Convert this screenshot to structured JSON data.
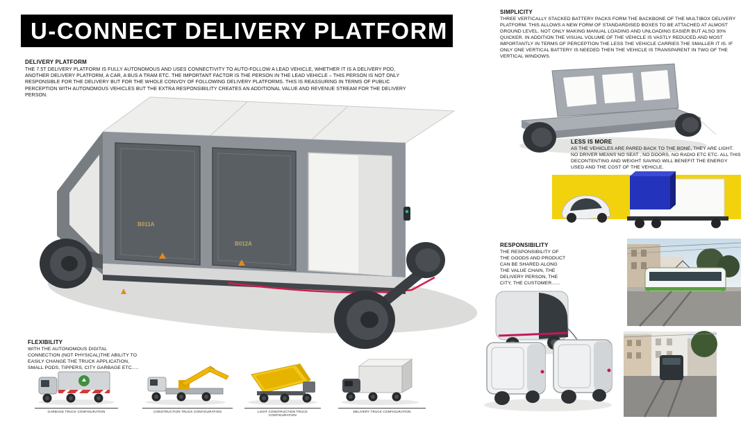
{
  "title": "U-CONNECT DELIVERY PLATFORM",
  "sections": {
    "delivery_platform": {
      "heading": "DELIVERY PLATFORM",
      "body": "THE 7.5T DELIVERY PLATFORM IS FULLY AUTONOMOUS AND USES CONNECTIVITY TO AUTO-FOLLOW A LEAD VEHICLE, WHETHER IT IS A DELIVERY POD, ANOTHER DELIVERY PLATFORM, A CAR, A BUS A TRAM ETC.  THE IMPORTANT FACTOR IS THE PERSON IN THE LEAD VEHICLE – THIS PERSON IS NOT ONLY RESPONSIBLE FOR THE DELIVERY BUT FOR THE WHOLE CONVOY OF FOLLOWING DELIVERY PLATFORMS.  THIS IS REASSURING IN TERMS OF PUBLIC PERCEPTION WITH AUTONOMOUS VEHICLES BUT THE EXTRA RESPONSIBILITY CREATES AN ADDITIONAL VALUE AND REVENUE STREAM FOR THE DELIVERY PERSON."
    },
    "simplicity": {
      "heading": "SIMPLICITY",
      "body": "THREE VERTICALLY STACKED BATTERY PACKS FORM THE BACKBONE OF THE MULTIBOX DELIVERY PLATFORM. THIS ALLOWS A NEW FORM OF STANDARDISED BOXES TO BE ATTACHED AT ALMOST GROUND LEVEL.  NOT ONLY MAKING MANUAL LOADING AND UNLOADING EASIER BUT ALSO 30% QUICKER. IN ADDITION THE VISUAL VOLUME OF THE VEHICLE IS VASTLY REDUCED AND MOST IMPORTANTLY IN TERMS OF PERCEPTION THE LESS THE VEHICLE CARRIES THE SMALLER IT IS.  IF ONLY ONE VERTICAL BATTERY IS NEEDED THEN THE VEHICLE IS TRANSPARENT IN TWO OF THE VERTICAL WINDOWS."
    },
    "less_is_more": {
      "heading": "LESS IS MORE",
      "body": "AS THE VEHICLES ARE PARED BACK TO THE BONE, THEY ARE LIGHT.  NO DRIVER MEANS NO SEAT , NO DOORS, NO RADIO ETC ETC.  ALL THIS DECONTENTING AND WEIGHT SAVING WILL BENEFIT THE ENERGY USED AND THE COST OF THE VEHICLE."
    },
    "responsibility": {
      "heading": "RESPONSIBILITY",
      "body": "THE RESPONSIBILITY OF THE GOODS AND PRODUCT CAN BE SHARED ALONG THE VALUE CHAIN, THE DELIVERY PERSON, THE CITY, THE CUSTOMER......"
    },
    "flexibility": {
      "heading": "FLEXIBILITY",
      "body": "WITH THE AUTONOMOUS DIGITAL CONNECTION (NOT PHYSICAL)THE ABILITY TO EASILY CHANGE THE TRUCK APPLICATION, SMALL PODS, TIPPERS, CITY GARBAGE ETC....."
    }
  },
  "main_vehicle": {
    "panel_label_1": "B011A",
    "panel_label_2": "B012A"
  },
  "configurations": [
    {
      "caption": "GARBAGE TRUCK CONFIGURATION"
    },
    {
      "caption": "CONSTRUCTION TRUCK CONFIGURATION"
    },
    {
      "caption": "LIGHT CONSTRUCTION TRUCK CONFIGURATION"
    },
    {
      "caption": "DELIVERY TRUCK CONFIGURATION"
    }
  ],
  "colors": {
    "banner": "#000000",
    "accent_yellow": "#f2d20c",
    "accent_blue": "#2433bb",
    "accent_magenta": "#c2185b"
  }
}
